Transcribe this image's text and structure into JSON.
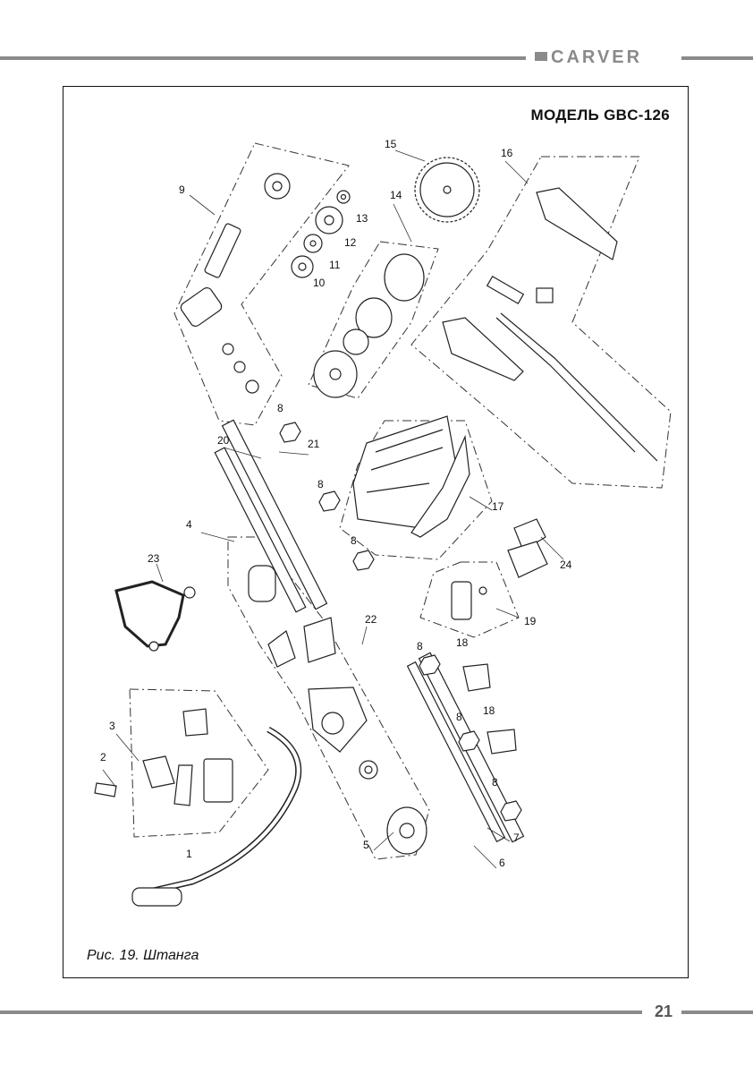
{
  "header": {
    "brand": "CARVER"
  },
  "figure": {
    "model_title": "МОДЕЛЬ  GBC-126",
    "caption": "Рис. 19. Штанга",
    "callouts": [
      "1",
      "2",
      "3",
      "4",
      "5",
      "6",
      "7",
      "8",
      "9",
      "10",
      "11",
      "12",
      "13",
      "14",
      "15",
      "16",
      "17",
      "18",
      "19",
      "20",
      "21",
      "22",
      "23",
      "24"
    ]
  },
  "footer": {
    "page_number": "21"
  }
}
